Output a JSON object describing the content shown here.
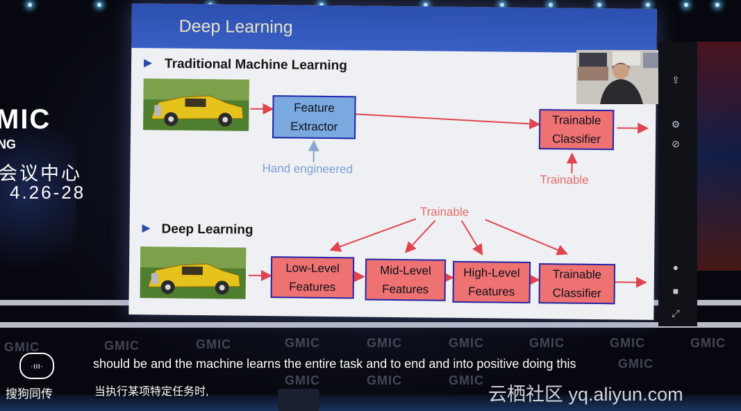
{
  "colors": {
    "slide_header": "#3a5fc4",
    "box_blue": "#79a9de",
    "box_red": "#ee7272",
    "box_border": "#2226a8",
    "label_blue": "#7d9ed6",
    "label_red": "#e26b6b"
  },
  "venue": {
    "brand_big": "MIC",
    "brand_small": "NG",
    "place_cn": "会议中心",
    "date": "| 4.26-28"
  },
  "slide": {
    "title": "Deep Learning",
    "traditional": {
      "heading": "Traditional Machine Learning",
      "feature_extractor_line1": "Feature",
      "feature_extractor_line2": "Extractor",
      "classifier_line1": "Trainable",
      "classifier_line2": "Classifier",
      "hand_label": "Hand engineered",
      "trainable_label": "Trainable"
    },
    "deep": {
      "heading": "Deep Learning",
      "trainable_label": "Trainable",
      "boxes": [
        {
          "line1": "Low-Level",
          "line2": "Features"
        },
        {
          "line1": "Mid-Level",
          "line2": "Features"
        },
        {
          "line1": "High-Level",
          "line2": "Features"
        },
        {
          "line1": "Trainable",
          "line2": "Classifier"
        }
      ]
    }
  },
  "logos": [
    "GMIC",
    "GMIC",
    "GMIC",
    "GMIC",
    "GMIC",
    "GMIC",
    "GMIC",
    "GMIC",
    "GMIC",
    "GMIC",
    "GMIC",
    "GMIC",
    "GMIC"
  ],
  "subtitles": {
    "english": "should be and the machine learns the entire task and to end and into positive doing this",
    "chinese": "当执行某项特定任务时,"
  },
  "sogou": {
    "label": "搜狗同传"
  },
  "watermark": "云栖社区 yq.aliyun.com",
  "icons": {
    "sogou": "sound-wave-icon",
    "toolbar": [
      "share-screen-icon",
      "settings-icon",
      "remote-control-icon",
      "microphone-icon",
      "camera-icon",
      "exit-fullscreen-icon"
    ]
  }
}
